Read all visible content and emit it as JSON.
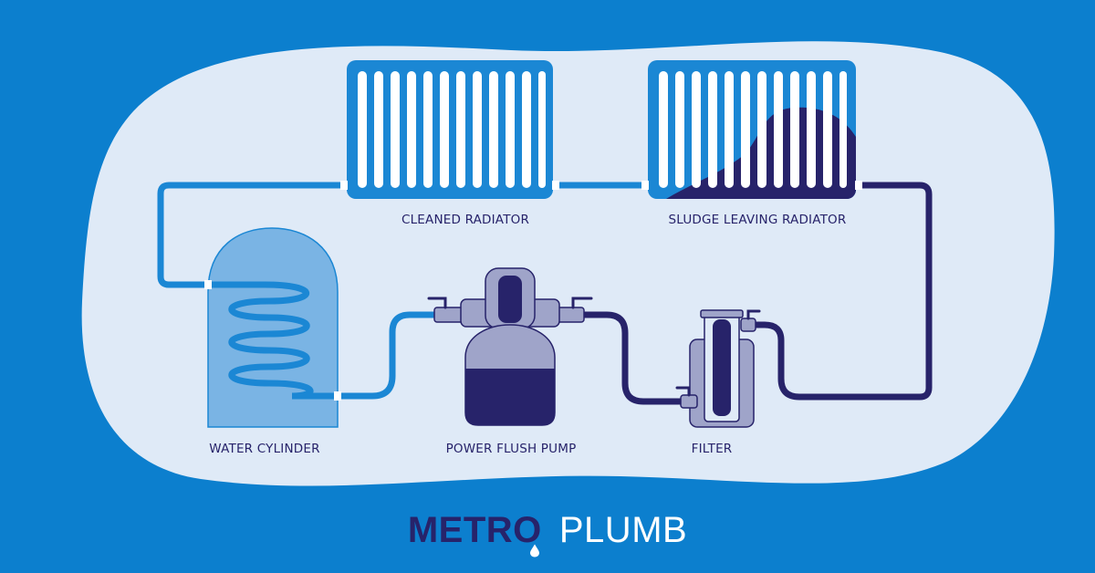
{
  "labels": {
    "cleaned_radiator": "CLEANED RADIATOR",
    "sludge_radiator": "SLUDGE LEAVING RADIATOR",
    "water_cylinder": "WATER CYLINDER",
    "power_flush_pump": "POWER FLUSH PUMP",
    "filter": "FILTER"
  },
  "logo": {
    "metro": "METRO",
    "plumb": "PLUMB"
  },
  "colors": {
    "background": "#0c7fce",
    "panel": "#dfeaf7",
    "clean_pipe": "#1b87d4",
    "dirty_pipe": "#27236a",
    "component": "#9fa4c9",
    "cylinder": "#7ab4e4"
  }
}
